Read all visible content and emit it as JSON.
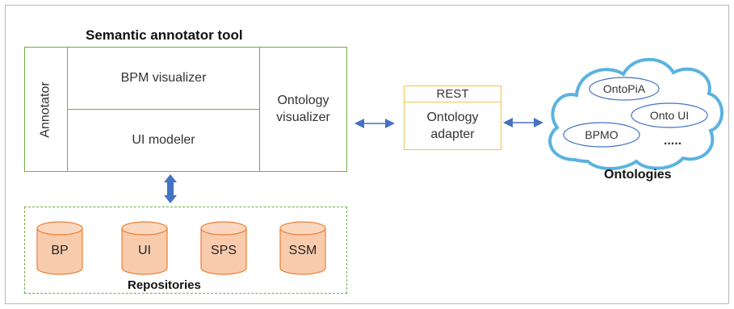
{
  "annotator_tool": {
    "title": "Semantic annotator tool",
    "annotator_label": "Annotator",
    "bpm_visualizer": "BPM visualizer",
    "ui_modeler": "UI modeler",
    "ontology_visualizer_line1": "Ontology",
    "ontology_visualizer_line2": "visualizer"
  },
  "adapter": {
    "rest_label": "REST",
    "line1": "Ontology",
    "line2": "adapter"
  },
  "ontologies": {
    "title": "Ontologies",
    "items": [
      "OntoPiA",
      "Onto UI",
      "BPMO",
      "....."
    ]
  },
  "repositories": {
    "title": "Repositories",
    "items": [
      "BP",
      "UI",
      "SPS",
      "SSM"
    ]
  },
  "colors": {
    "green_border": "#70ad47",
    "rest_border": "#f2c14e",
    "cylinder_fill": "#f8cbad",
    "cylinder_stroke": "#ed7d31",
    "cloud_stroke": "#5ab2e0",
    "arrow_blue": "#4472c4"
  }
}
